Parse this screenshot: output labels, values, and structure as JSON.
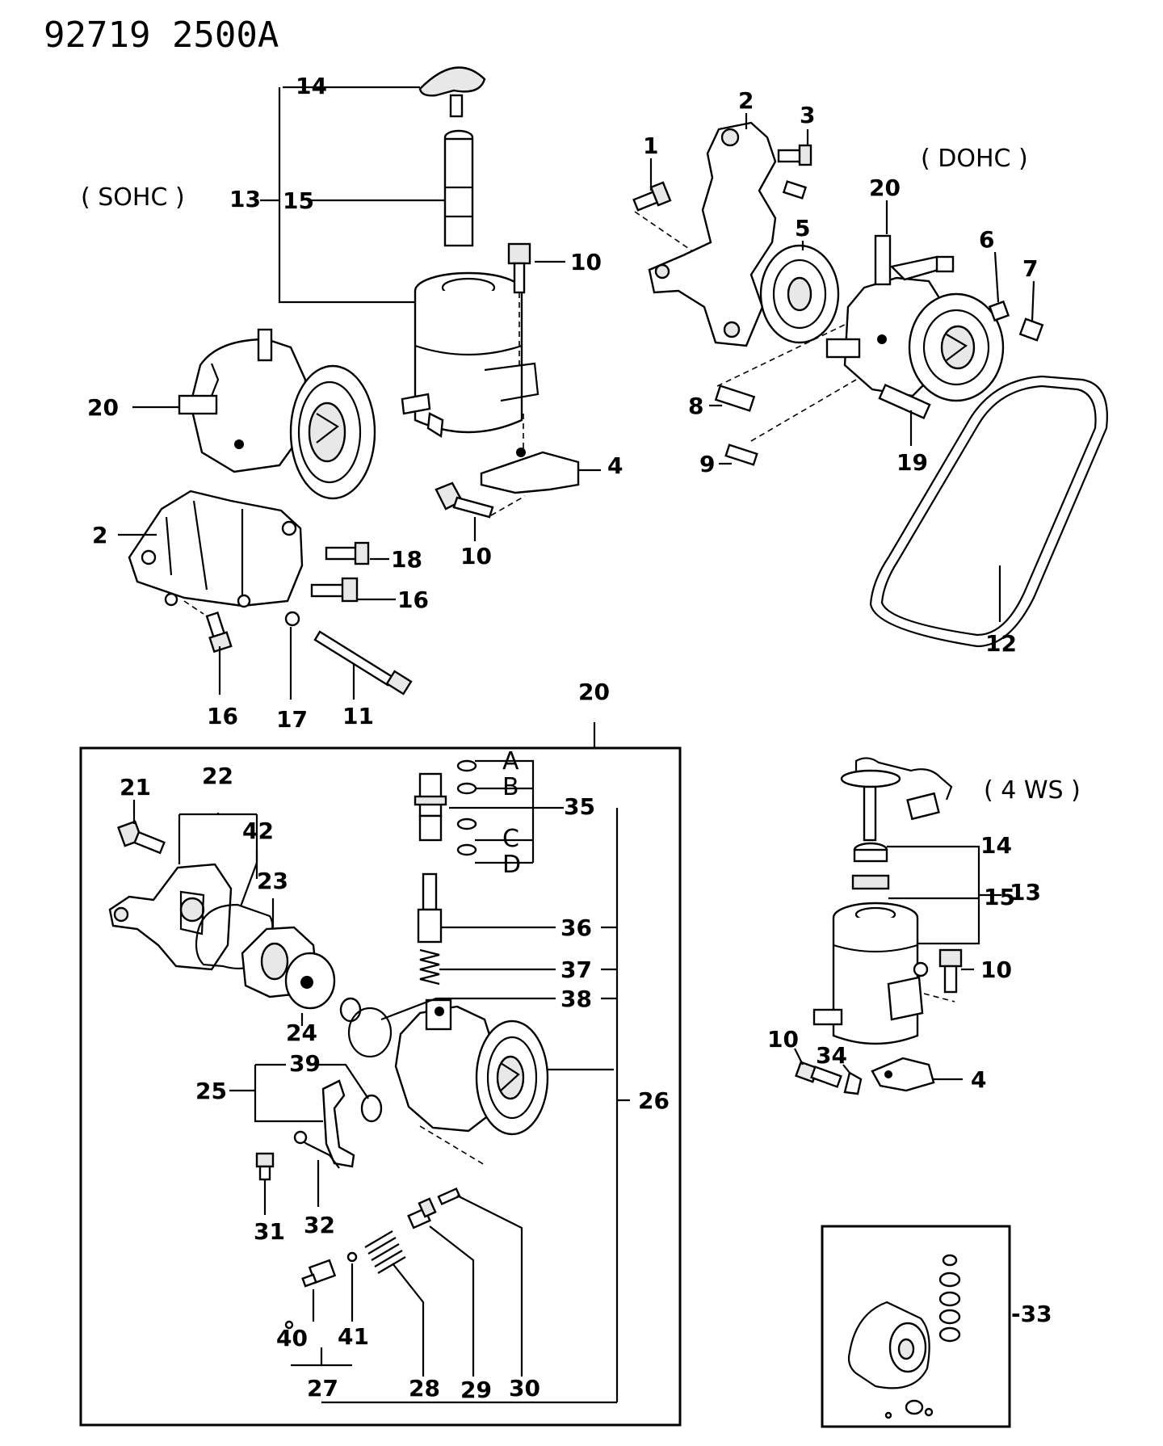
{
  "header": {
    "code": "92719  2500A"
  },
  "sections": {
    "sohc": "( SOHC )",
    "dohc": "( DOHC )",
    "ws4": "( 4  WS )"
  },
  "callouts": {
    "c14a": "14",
    "c13a": "13",
    "c15a": "15",
    "c10a": "10",
    "c20a": "20",
    "c4a": "4",
    "c2a": "2",
    "c10b": "10",
    "c18": "18",
    "c16a": "16",
    "c16b": "16",
    "c17": "17",
    "c11": "11",
    "c1": "1",
    "c2b": "2",
    "c3": "3",
    "c5": "5",
    "c20b": "20",
    "c6": "6",
    "c7": "7",
    "c8": "8",
    "c9": "9",
    "c19": "19",
    "c12": "12",
    "c20c": "20",
    "c21": "21",
    "c22": "22",
    "c42": "42",
    "c23": "23",
    "c24": "24",
    "c35": "35",
    "cA": "A",
    "cB": "B",
    "cC": "C",
    "cD": "D",
    "c36": "36",
    "c37": "37",
    "c38": "38",
    "c25": "25",
    "c39": "39",
    "c26": "26",
    "c31": "31",
    "c32": "32",
    "c40": "40",
    "c41": "41",
    "c27": "27",
    "c28": "28",
    "c29": "29",
    "c30": "30",
    "c14b": "14",
    "c15b": "15",
    "c13b": "13",
    "c10c": "10",
    "c10d": "10",
    "c34": "34",
    "c4b": "4",
    "c33": "-33"
  }
}
